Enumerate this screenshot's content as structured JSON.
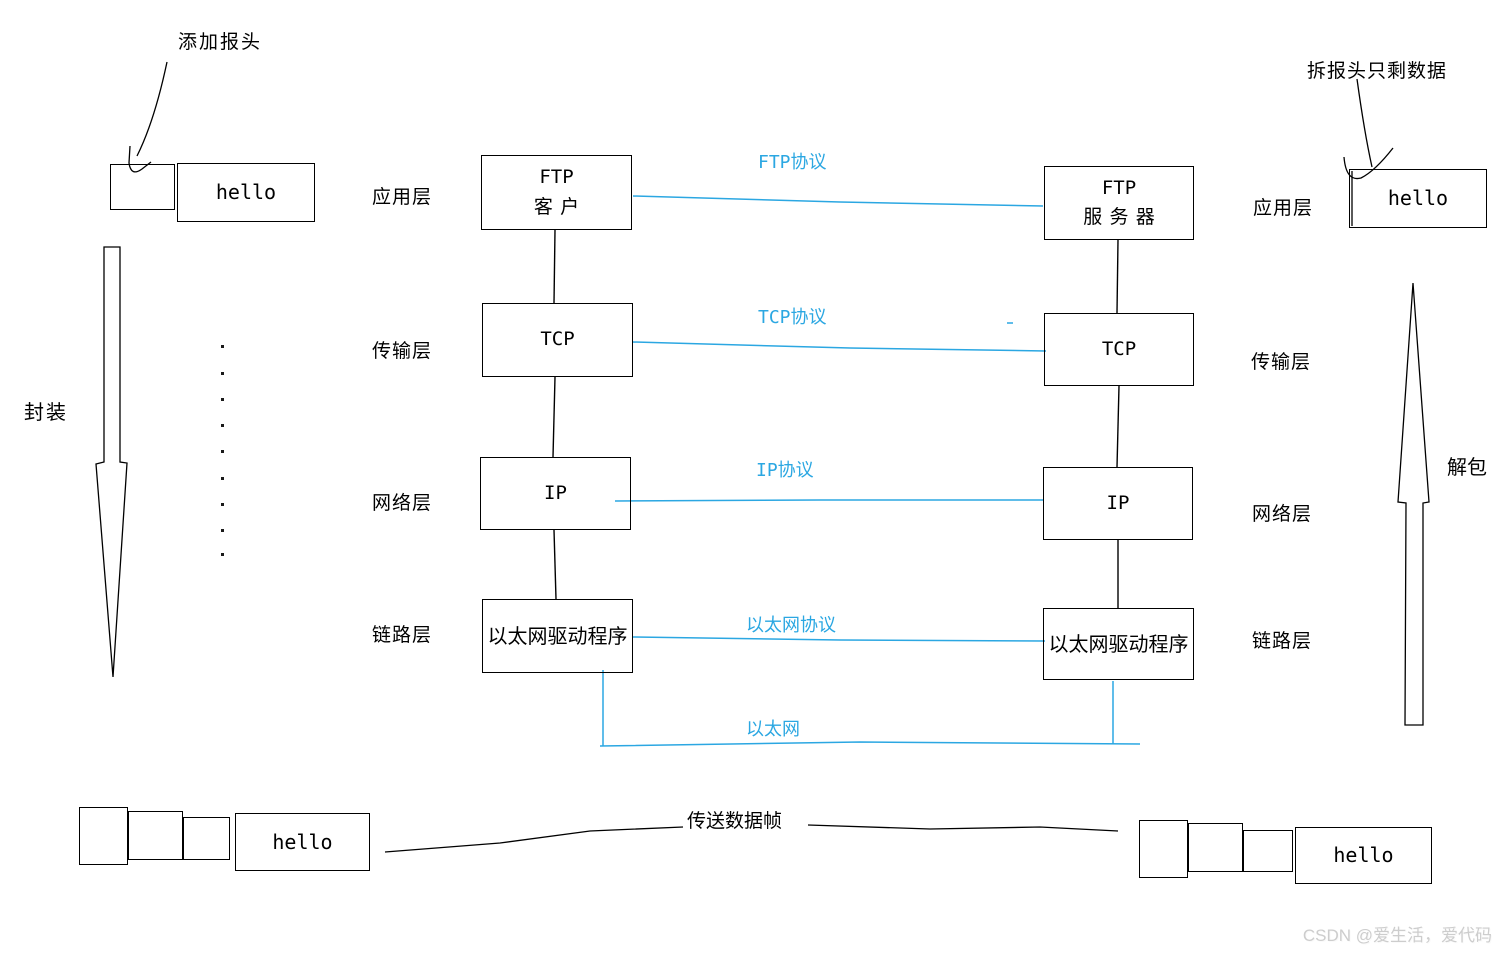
{
  "annotations": {
    "add_header": "添加报头",
    "strip_header": "拆报头只剩数据",
    "encapsulation": "封装",
    "decapsulation": "解包",
    "transmit_frame": "传送数据帧"
  },
  "client_stack": {
    "side": "left",
    "layer_labels": [
      "应用层",
      "传输层",
      "网络层",
      "链路层"
    ],
    "boxes": [
      {
        "lines": [
          "FTP",
          "客户"
        ]
      },
      {
        "lines": [
          "TCP"
        ]
      },
      {
        "lines": [
          "IP"
        ]
      },
      {
        "lines": [
          "以太网驱动程序"
        ]
      }
    ]
  },
  "server_stack": {
    "side": "right",
    "layer_labels": [
      "应用层",
      "传输层",
      "网络层",
      "链路层"
    ],
    "boxes": [
      {
        "lines": [
          "FTP",
          "服务器"
        ]
      },
      {
        "lines": [
          "TCP"
        ]
      },
      {
        "lines": [
          "IP"
        ]
      },
      {
        "lines": [
          "以太网驱动程序"
        ]
      }
    ]
  },
  "protocol_links": {
    "ftp": "FTP协议",
    "tcp": "TCP协议",
    "ip": "IP协议",
    "ethernet_protocol": "以太网协议",
    "ethernet": "以太网"
  },
  "packets": {
    "top_left_data": "hello",
    "top_right_data": "hello",
    "bottom_left_data": "hello",
    "bottom_right_data": "hello"
  },
  "watermark": "CSDN @爱生活，爱代码",
  "colors": {
    "link_blue": "#2ba7e2",
    "ink": "#000000",
    "watermark_gray": "#cdcdcd"
  }
}
